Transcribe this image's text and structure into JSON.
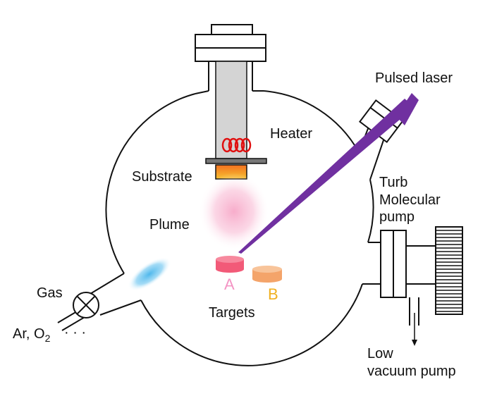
{
  "labels": {
    "pulsed_laser": "Pulsed laser",
    "heater": "Heater",
    "substrate": "Substrate",
    "plume": "Plume",
    "turbo_line1": "Turb",
    "turbo_line2": "Molecular",
    "turbo_line3": "pump",
    "gas": "Gas",
    "gas_species_prefix": "Ar, O",
    "gas_species_subscript": "2",
    "gas_ellipsis": "· · ·",
    "target_a": "A",
    "target_b": "B",
    "targets": "Targets",
    "low_vacuum_line1": "Low",
    "low_vacuum_line2": "vacuum pump"
  },
  "colors": {
    "outline": "#111111",
    "heater_body": "#d4d4d4",
    "heater_coil": "#e01010",
    "laser_beam": "#7030a0",
    "plume": "#f7a8c8",
    "gas_jet": "#4fb8ec",
    "target_a": "#f25a78",
    "target_b": "#f4a46a",
    "label_a": "#f494c4",
    "label_b": "#f0b020",
    "substrate_holder": "#777777",
    "substrate": "#f4a020"
  }
}
